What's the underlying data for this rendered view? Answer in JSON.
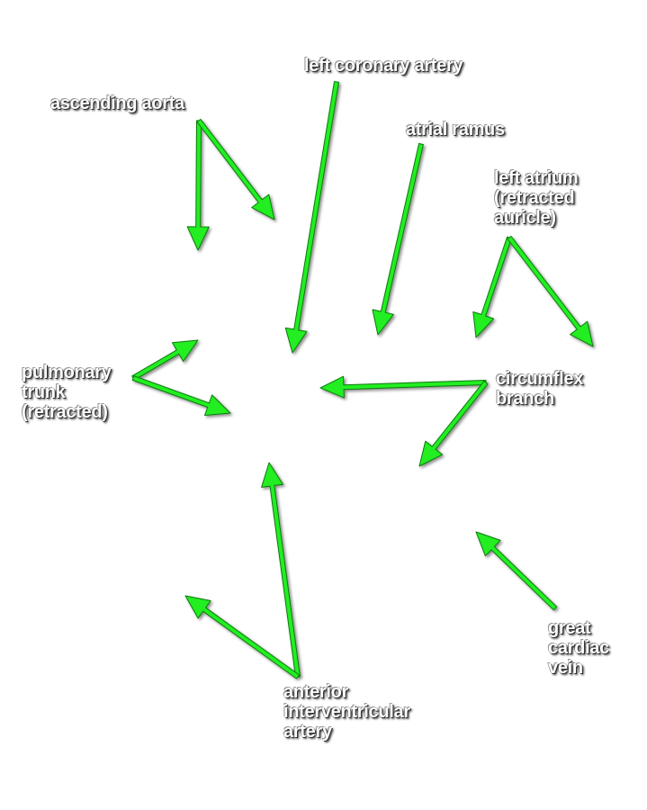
{
  "arrow_color": "#22ee22",
  "arrow_outline": "#0a7a0a",
  "label_color": "#ffffff",
  "labels": {
    "ascending_aorta": [
      "ascending aorta"
    ],
    "left_coronary_artery": [
      "left coronary artery"
    ],
    "atrial_ramus": [
      "atrial ramus"
    ],
    "left_atrium": [
      "left atrium",
      "(retracted",
      "auricle)"
    ],
    "pulmonary_trunk": [
      "pulmonary",
      "trunk",
      "(retracted)"
    ],
    "circumflex_branch": [
      "circumflex",
      "branch"
    ],
    "great_cardiac_vein": [
      "great",
      "cardiac",
      "vein"
    ],
    "anterior_interventricular_artery": [
      "anterior",
      "interventricular",
      "artery"
    ]
  }
}
